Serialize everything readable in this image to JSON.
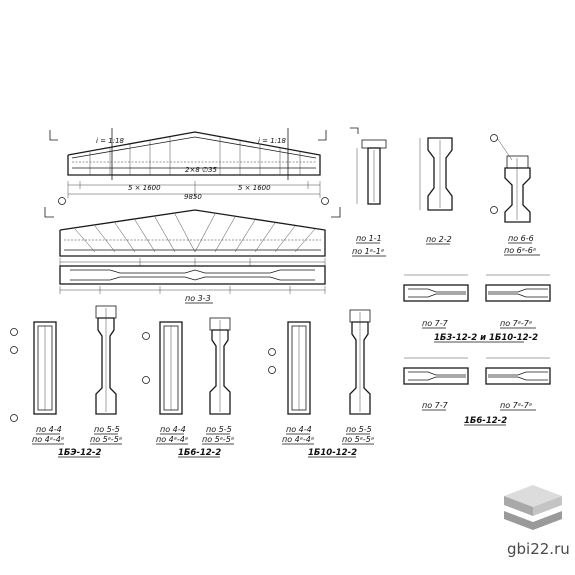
{
  "sections": {
    "s11": "по 1-1",
    "s11a": "по 1ᵃ-1ᵃ",
    "s22": "по 2-2",
    "s66": "по 6-6",
    "s66a": "по 6ᵃ-6ᵃ",
    "s33": "по 3-3",
    "s77": "по 7-7",
    "s77a": "по 7ᵃ-7ᵃ",
    "s77b": "по 7-7",
    "s77c": "по 7ᵃ-7ᵃ",
    "s44a": "по 4-4",
    "s44b": "по 4ᵃ-4ᵃ",
    "s55a": "по 5-5",
    "s55b": "по 5ᵃ-5ᵃ",
    "s44c": "по 4-4",
    "s44d": "по 4ᵃ-4ᵃ",
    "s55c": "по 5-5",
    "s55d": "по 5ᵃ-5ᵃ",
    "s44e": "по 4-4",
    "s44f": "по 4ᵃ-4ᵃ",
    "s55e": "по 5-5",
    "s55f": "по 5ᵃ-5ᵃ"
  },
  "groups": {
    "g1": "1БЭ-12-2",
    "g2": "1Б6-12-2",
    "g3": "1Б10-12-2",
    "g4": "1Б3-12-2 и 1Б10-12-2",
    "g5": "1Б6-12-2"
  },
  "dims": {
    "d9850": "9850",
    "d5x1600a": "5 × 1600",
    "d5x1600b": "5 × 1600",
    "d2xd8": "2×8 ∅35",
    "d1_18a": "i = 1:18",
    "d1_18b": "i = 1:18"
  },
  "watermark": "gbi22.ru",
  "colors": {
    "ink": "#1a1a1a",
    "logo_light": "#d8d8d8",
    "logo_mid": "#a9a9a9",
    "logo_dark": "#7b7b7b"
  }
}
